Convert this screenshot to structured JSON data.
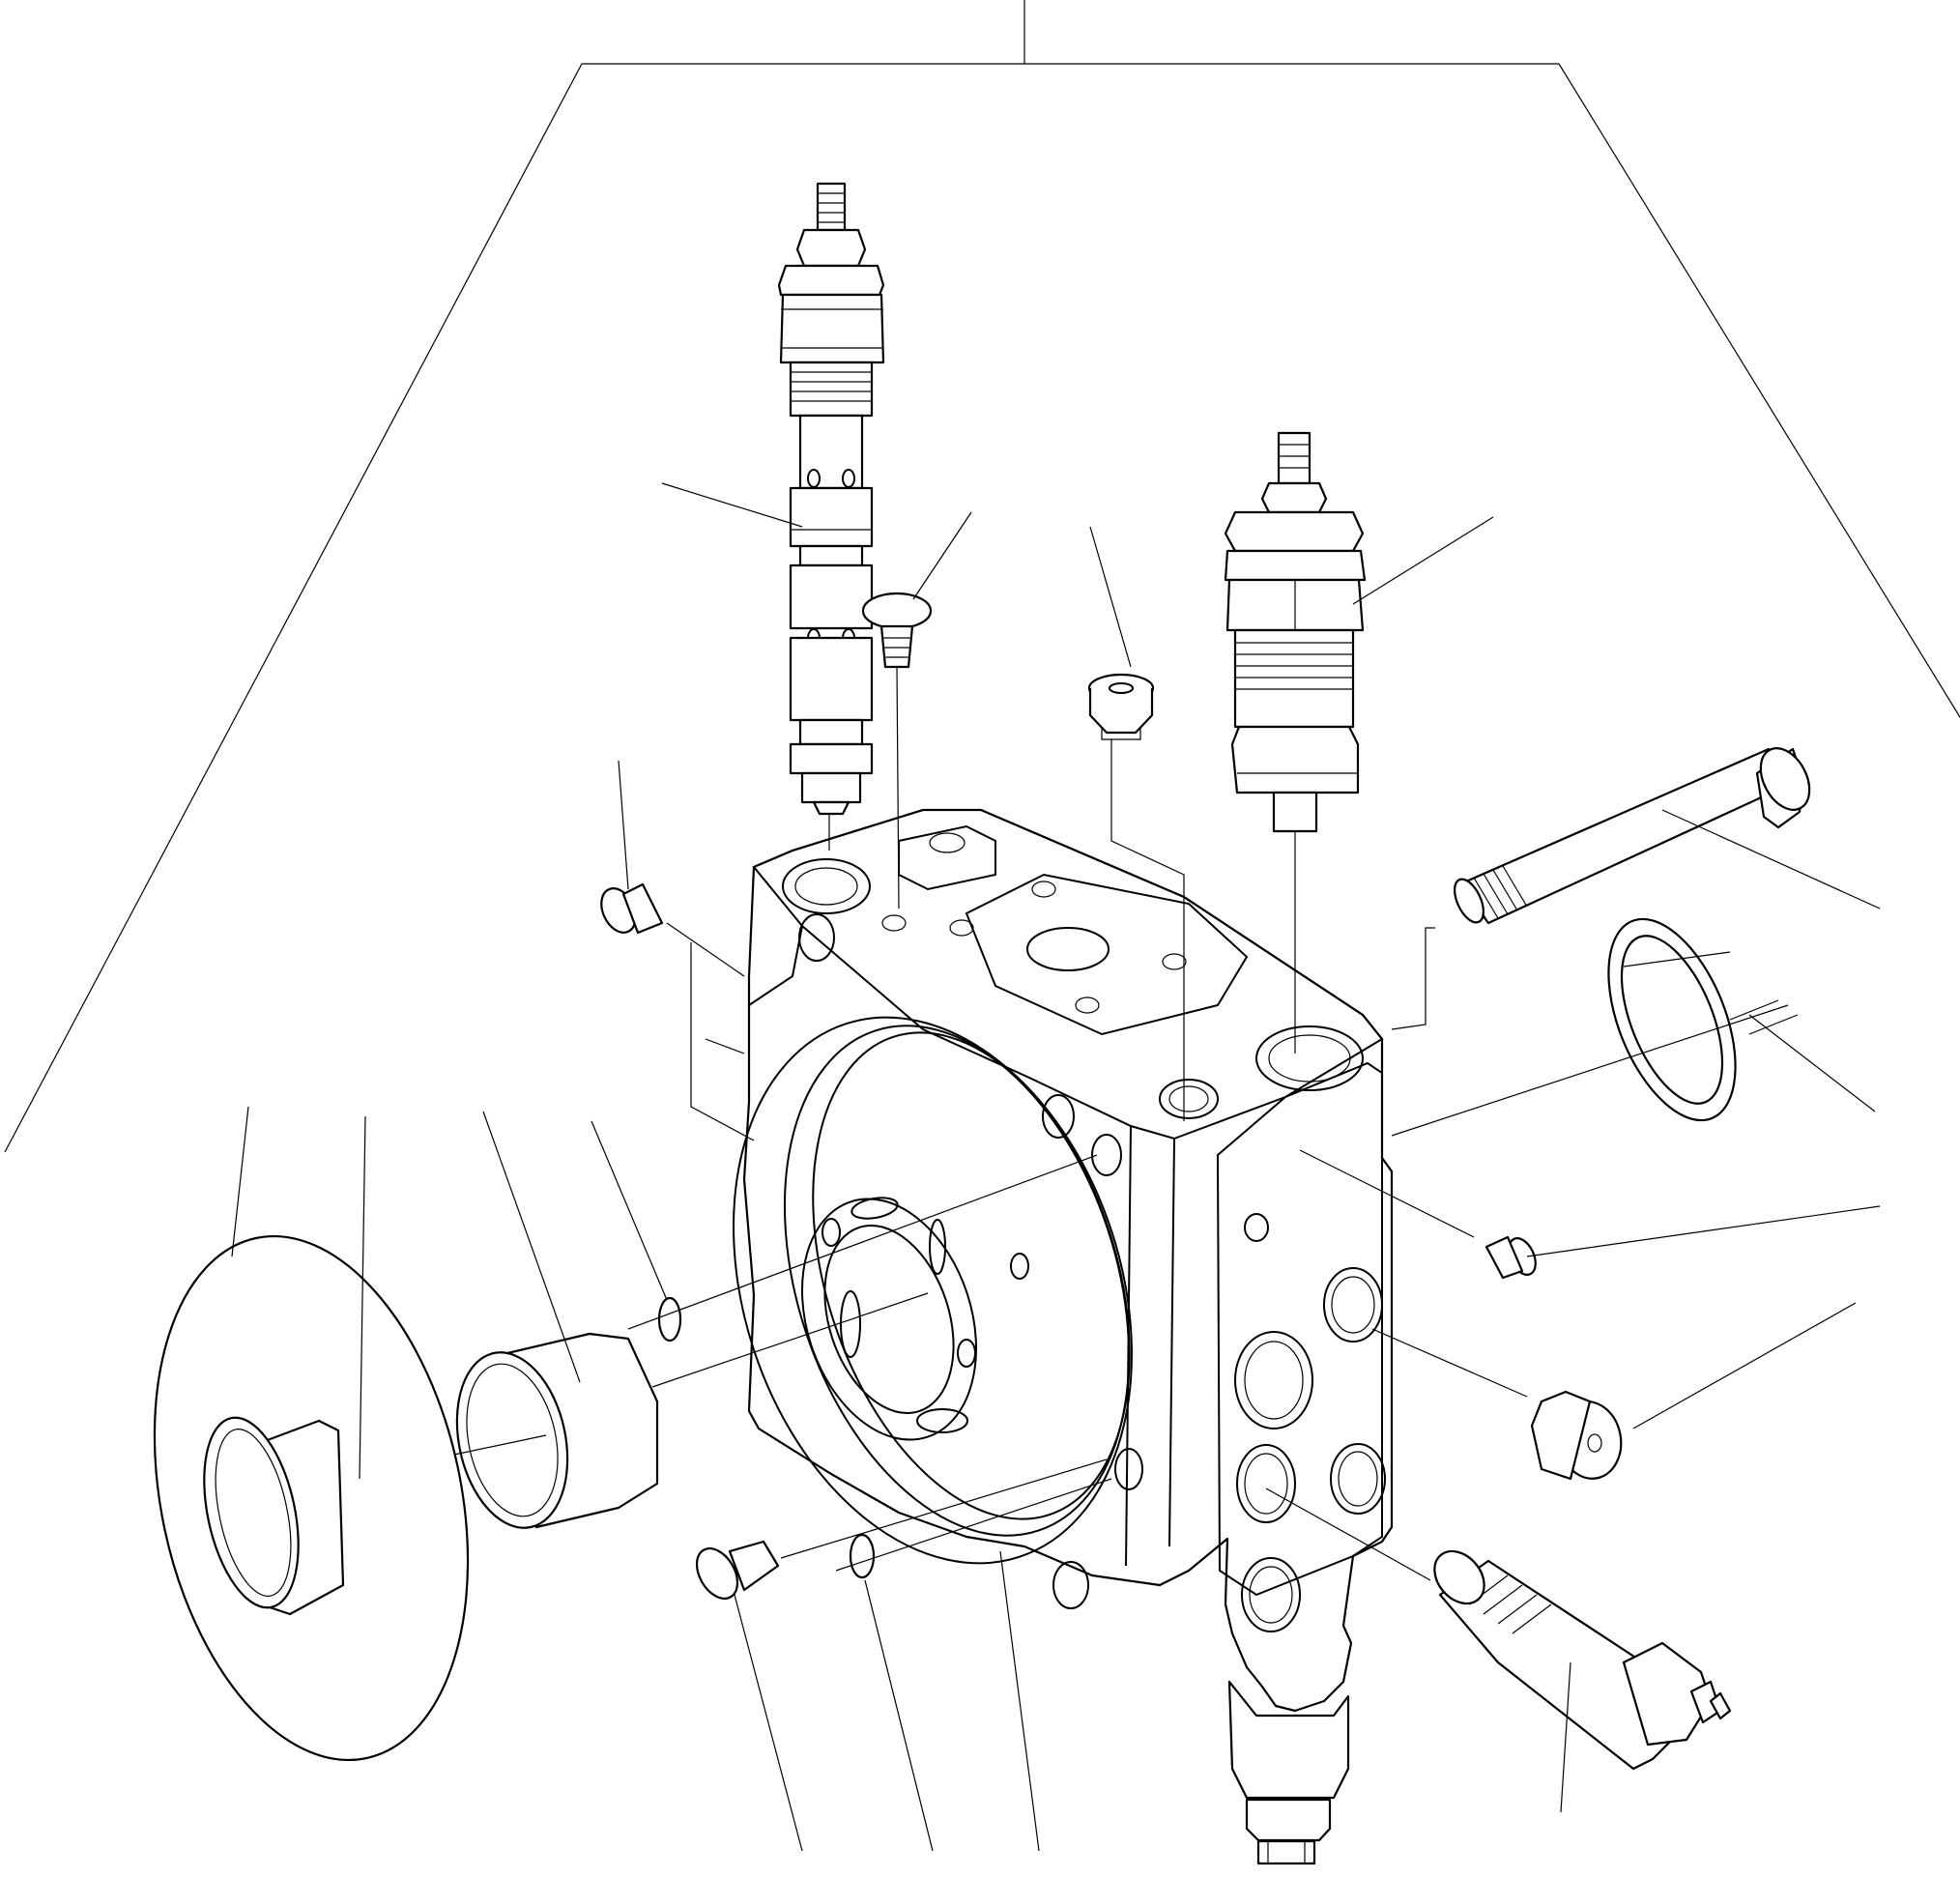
{
  "diagram": {
    "kind": "exploded-parts-view",
    "background": "#ffffff",
    "ink": "#000000",
    "parts": [
      "valve-body",
      "pilot-spool-assembly",
      "relief-valve-cartridge",
      "cap-screw",
      "ring-collar",
      "small-plug",
      "orifice-plug",
      "seal-sleeve",
      "bushing",
      "o-ring",
      "cover-plate",
      "pressure-valve-cartridge"
    ],
    "labels": []
  }
}
